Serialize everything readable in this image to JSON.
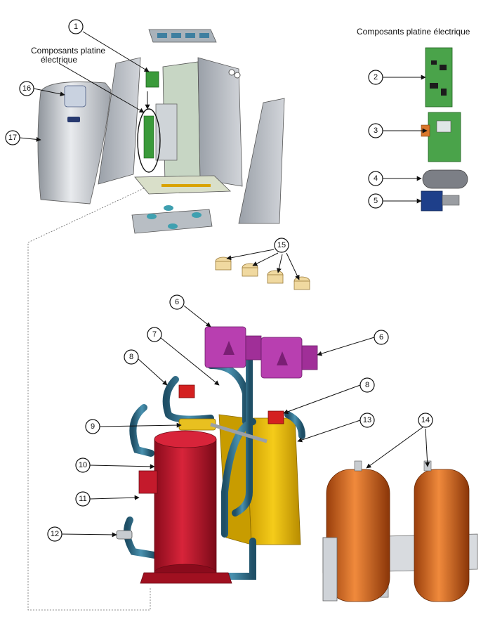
{
  "labels": {
    "group_top_right": "Composants platine électrique",
    "group_left_line1": "Composants platine",
    "group_left_line2": "électrique"
  },
  "callouts": [
    "1",
    "2",
    "3",
    "4",
    "5",
    "6",
    "6",
    "7",
    "8",
    "8",
    "9",
    "10",
    "11",
    "12",
    "13",
    "14",
    "15",
    "16",
    "17"
  ],
  "colors": {
    "pump": "#b83fb0",
    "compressor": "#c8102e",
    "exchanger": "#e8b800",
    "pipe": "#2e6e8a",
    "vessel": "#d96b1e",
    "board": "#3a9a3a",
    "panel": "#b9bcc2"
  }
}
